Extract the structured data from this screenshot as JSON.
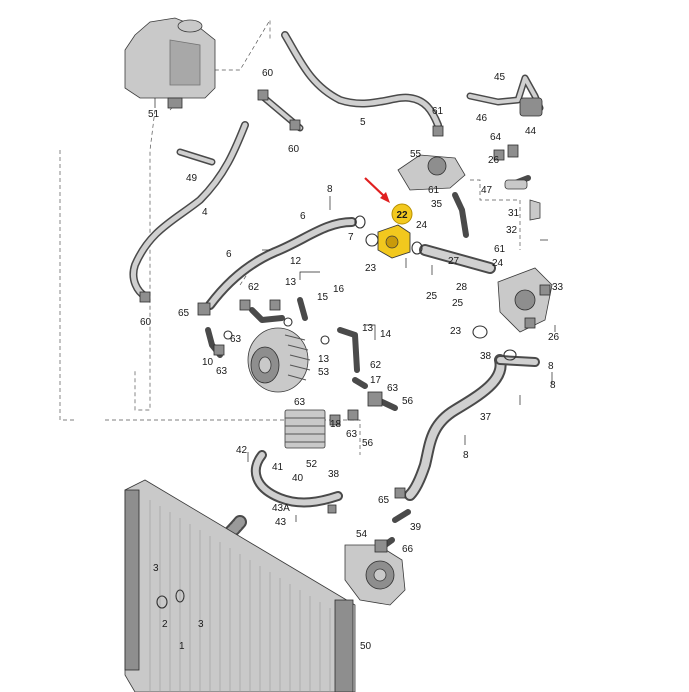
{
  "labels": {
    "n1": "1",
    "n2": "2",
    "n3": "3",
    "n3b": "3",
    "n4": "4",
    "n5": "5",
    "n6": "6",
    "n6b": "6",
    "n7": "7",
    "n8a": "8",
    "n8b": "8",
    "n8c": "8",
    "n8d": "8",
    "n10": "10",
    "n12": "12",
    "n13a": "13",
    "n13b": "13",
    "n14": "14",
    "n15": "15",
    "n16": "16",
    "n17": "17",
    "n18": "18",
    "n22": "22",
    "n23a": "23",
    "n23b": "23",
    "n24a": "24",
    "n24b": "24",
    "n25a": "25",
    "n25b": "25",
    "n26a": "26",
    "n26b": "26",
    "n27": "27",
    "n28": "28",
    "n31": "31",
    "n32": "32",
    "n33": "33",
    "n35": "35",
    "n37": "37",
    "n38a": "38",
    "n38b": "38",
    "n39": "39",
    "n40": "40",
    "n41": "41",
    "n42": "42",
    "n43": "43",
    "n43a": "43A",
    "n44": "44",
    "n45": "45",
    "n46": "46",
    "n47": "47",
    "n49": "49",
    "n50": "50",
    "n51": "51",
    "n52": "52",
    "n53": "53",
    "n54": "54",
    "n55": "55",
    "n56a": "56",
    "n56b": "56",
    "n60a": "60",
    "n60b": "60",
    "n60c": "60",
    "n61a": "61",
    "n61b": "61",
    "n61c": "61",
    "n62a": "62",
    "n62b": "62",
    "n63a": "63",
    "n63b": "63",
    "n63c": "63",
    "n63d": "63",
    "n64": "64",
    "n65a": "65",
    "n65b": "65",
    "n66": "66"
  },
  "colors": {
    "highlight": "#f2c81e",
    "arrow": "#e02020"
  },
  "icons": {
    "pointer": "pointer-arrow-icon"
  }
}
